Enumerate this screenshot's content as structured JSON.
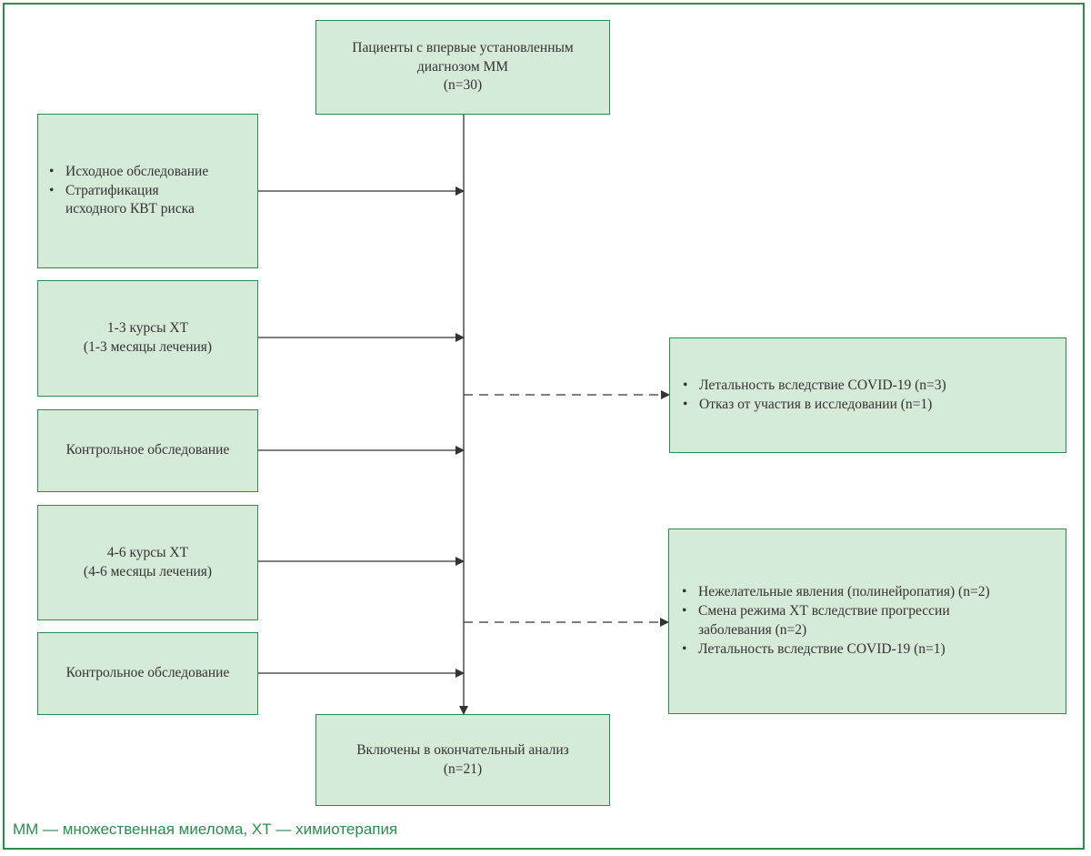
{
  "top_box": {
    "line1": "Пациенты с впервые установленным",
    "line2": "диагнозом ММ",
    "line3": "(n=30)"
  },
  "left_steps": {
    "baseline": {
      "item1": "Исходное обследование",
      "item2_line1": "Стратификация",
      "item2_line2": "исходного КВТ риска"
    },
    "courses_1_3": {
      "line1": "1-3 курсы ХТ",
      "line2": "(1-3 месяцы лечения)"
    },
    "control_1": {
      "label": "Контрольное обследование"
    },
    "courses_4_6": {
      "line1": "4-6 курсы ХТ",
      "line2": "(4-6 месяцы лечения)"
    },
    "control_2": {
      "label": "Контрольное обследование"
    }
  },
  "exclusions_1": {
    "items": [
      "Летальность вследствие COVID-19 (n=3)",
      "Отказ от участия в исследовании (n=1)"
    ]
  },
  "exclusions_2": {
    "item1": "Нежелательные явления (полинейропатия) (n=2)",
    "item2_line1": "Смена режима ХТ вследствие прогрессии",
    "item2_line2": "заболевания (n=2)",
    "item3": "Летальность вследствие COVID-19 (n=1)"
  },
  "final_box": {
    "line1": "Включены в окончательный анализ",
    "line2": "(n=21)"
  },
  "caption": "ММ — множественная миелома, ХТ — химиотерапия",
  "colors": {
    "border": "#2e8b4e",
    "box_fill": "#d6ead8",
    "text": "#333333",
    "caption": "#2e8b4e"
  }
}
